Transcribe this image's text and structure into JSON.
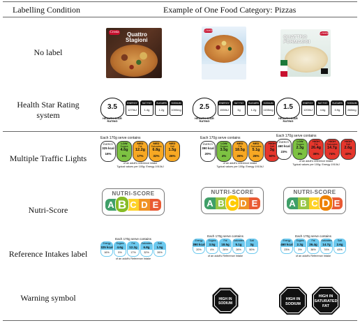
{
  "header": {
    "col_condition": "Labelling Condition",
    "col_example": "Example of One Food Category: Pizzas"
  },
  "rows": {
    "no_label": "No label",
    "hsr": "Health Star Rating system",
    "mtl": "Multiple Traffic Lights",
    "nutriscore": "Nutri-Score",
    "ri": "Reference Intakes label",
    "warning": "Warning symbol"
  },
  "pizzas": [
    {
      "title_line1": "Quattro",
      "title_line2": "Stagioni",
      "brand": "Crosta"
    },
    {
      "title_line1": "",
      "title_line2": "",
      "brand": "Crosta"
    },
    {
      "title_line1": "QUATTRO",
      "title_line2": "FORMAGGI",
      "brand": "Crosta"
    }
  ],
  "hsr": {
    "caption_line1": "HEALTH STAR",
    "caption_line2": "RATING",
    "nutrient_names": [
      "ENERGY",
      "SAT FAT",
      "SUGARS",
      "SODIUM"
    ],
    "labels": [
      {
        "stars": "3.5",
        "values": [
          "1270kJ",
          "1.4g",
          "1.2g",
          "1000mg"
        ]
      },
      {
        "stars": "2.5",
        "values": [
          "1550kJ",
          "3g",
          "1.2g",
          "1155mg"
        ]
      },
      {
        "stars": "1.5",
        "values": [
          "1200kJ",
          "4.6g",
          "0.9g",
          "860mg"
        ]
      }
    ]
  },
  "mtl": {
    "title": "Each 170g serve contains",
    "footer_line1": "of an adult's reference intake",
    "footer_line2": "Typical values per 100g: Energy 1910kJ",
    "nutrients": [
      "ENERGY",
      "Sugars",
      "Fat",
      "Saturates",
      "Salt"
    ],
    "labels": [
      {
        "energy": "325 kcal",
        "energy_pct": "16%",
        "levels": [
          "LOW",
          "MED",
          "MED",
          "MED"
        ],
        "amounts": [
          "4.6g",
          "12.2g",
          "6.8g",
          "1.5g"
        ],
        "pcts": [
          "5%",
          "17%",
          "32%",
          "26%"
        ]
      },
      {
        "energy": "390 kcal",
        "energy_pct": "20%",
        "levels": [
          "LOW",
          "MED",
          "MED",
          "HIGH"
        ],
        "amounts": [
          "3.5g",
          "18.5g",
          "5.1g",
          "3g"
        ],
        "pcts": [
          "4%",
          "26%",
          "26%",
          "50%"
        ]
      },
      {
        "energy": "460 kcal",
        "energy_pct": "23%",
        "levels": [
          "LOW",
          "HIGH",
          "HIGH",
          "HIGH"
        ],
        "amounts": [
          "2.3g",
          "26.4g",
          "14.7g",
          "2.6g"
        ],
        "pcts": [
          "3%",
          "38%",
          "74%",
          "43%"
        ]
      }
    ]
  },
  "nutriscore": {
    "title": "NUTRI-SCORE",
    "letters": [
      "A",
      "B",
      "C",
      "D",
      "E"
    ],
    "colors": [
      "#1e8f4e",
      "#86bc25",
      "#fecb02",
      "#ee8100",
      "#e63e11"
    ],
    "selected": [
      "B",
      "C",
      "D"
    ]
  },
  "ri": {
    "title": "Each 170g serve contains",
    "footer": "of an adult's Reference Intake",
    "nutrients": [
      "Energy",
      "Sugars",
      "Fat",
      "Saturates",
      "Salt"
    ],
    "labels": [
      {
        "amounts": [
          "325 kcal",
          "4.6g",
          "12.2g",
          "6.8g",
          "1.5g"
        ],
        "pcts": [
          "16%",
          "5%",
          "17%",
          "32%",
          "26%"
        ]
      },
      {
        "amounts": [
          "390 kcal",
          "3.5g",
          "18.5g",
          "5.1g",
          "3g"
        ],
        "pcts": [
          "20%",
          "4%",
          "26%",
          "26%",
          "50%"
        ]
      },
      {
        "amounts": [
          "460 kcal",
          "2.3g",
          "26.4g",
          "14.7g",
          "2.6g"
        ],
        "pcts": [
          "23%",
          "3%",
          "38%",
          "74%",
          "43%"
        ]
      }
    ]
  },
  "warning": {
    "line1": "HIGH IN",
    "sodium": "SODIUM",
    "satfat_line2": "SATURATED",
    "satfat_line3": "FAT"
  }
}
